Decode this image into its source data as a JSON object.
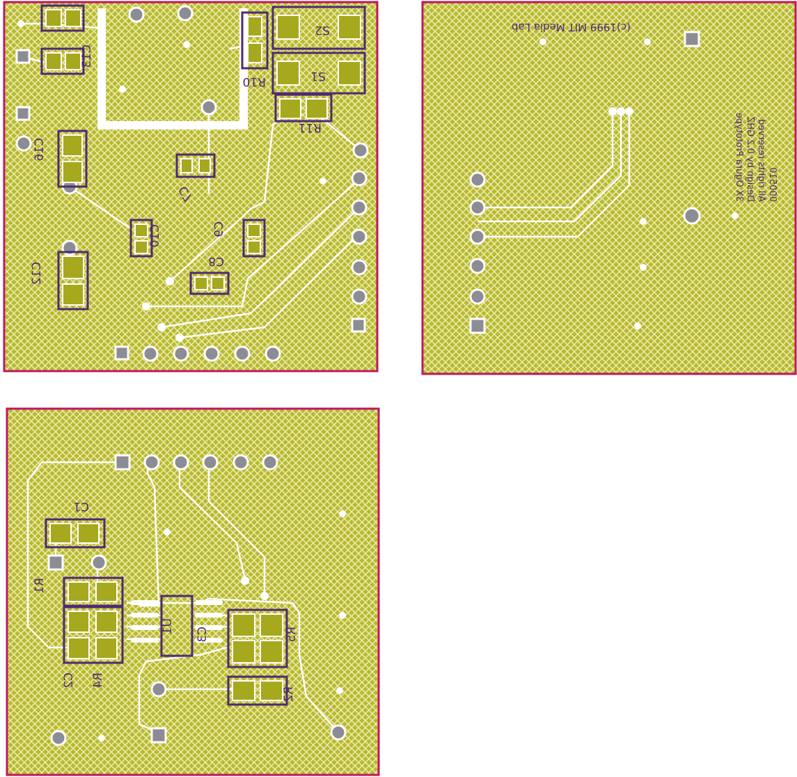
{
  "colors": {
    "board_fill": "#b8ba2c",
    "board_border": "#c0175d",
    "trace": "#ffffff",
    "pad_outline": "#4e2a72",
    "pad_fill": "#a6a81e",
    "hole": "#8c8c94",
    "silk_text": "#4e2a72"
  },
  "board_top_left": {
    "labels": {
      "c13": "C13",
      "r10": "R10",
      "s2": "S2",
      "s1": "S1",
      "r11": "R11",
      "c16": "C16",
      "c7": "C7",
      "c10": "C10",
      "c9": "C9",
      "c8": "C8",
      "c12": "C12"
    }
  },
  "board_top_right": {
    "copyright": "(c)1999 MIT Media Lab",
    "notice_lines": [
      "3X Ogura Prototype",
      "Design by 0.2 GHZ",
      "All rights reserved",
      "000510"
    ]
  },
  "board_bottom_left": {
    "labels": {
      "c1": "C1",
      "r1": "R1",
      "c2": "C2",
      "r4": "R4",
      "u1": "U1",
      "c3": "C3",
      "r5": "R5",
      "r2": "R2"
    }
  }
}
